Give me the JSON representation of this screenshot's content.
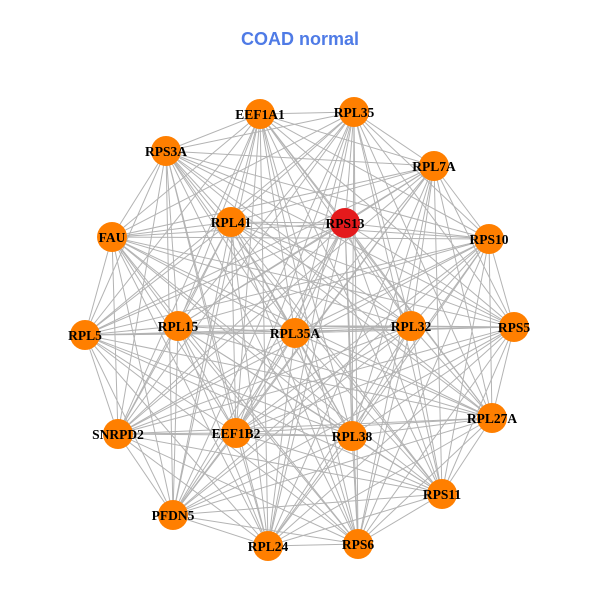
{
  "title": "COAD normal",
  "colors": {
    "title": "#4f7be6",
    "node_default": "#ff7f00",
    "node_highlight": "#e41a1c",
    "edge": "#b3b3b3",
    "label": "#000000"
  },
  "nodes": [
    {
      "id": "EEF1A1",
      "highlight": false
    },
    {
      "id": "RPL35",
      "highlight": false
    },
    {
      "id": "RPS3A",
      "highlight": false
    },
    {
      "id": "RPL7A",
      "highlight": false
    },
    {
      "id": "FAU",
      "highlight": false
    },
    {
      "id": "RPL41",
      "highlight": false
    },
    {
      "id": "RPS13",
      "highlight": true
    },
    {
      "id": "RPS10",
      "highlight": false
    },
    {
      "id": "RPL5",
      "highlight": false
    },
    {
      "id": "RPL15",
      "highlight": false
    },
    {
      "id": "RPL35A",
      "highlight": false
    },
    {
      "id": "RPL32",
      "highlight": false
    },
    {
      "id": "RPS5",
      "highlight": false
    },
    {
      "id": "SNRPD2",
      "highlight": false
    },
    {
      "id": "EEF1B2",
      "highlight": false
    },
    {
      "id": "RPL38",
      "highlight": false
    },
    {
      "id": "RPL27A",
      "highlight": false
    },
    {
      "id": "RPS11",
      "highlight": false
    },
    {
      "id": "PFDN5",
      "highlight": false
    },
    {
      "id": "RPL24",
      "highlight": false
    },
    {
      "id": "RPS6",
      "highlight": false
    }
  ],
  "edges": "complete"
}
